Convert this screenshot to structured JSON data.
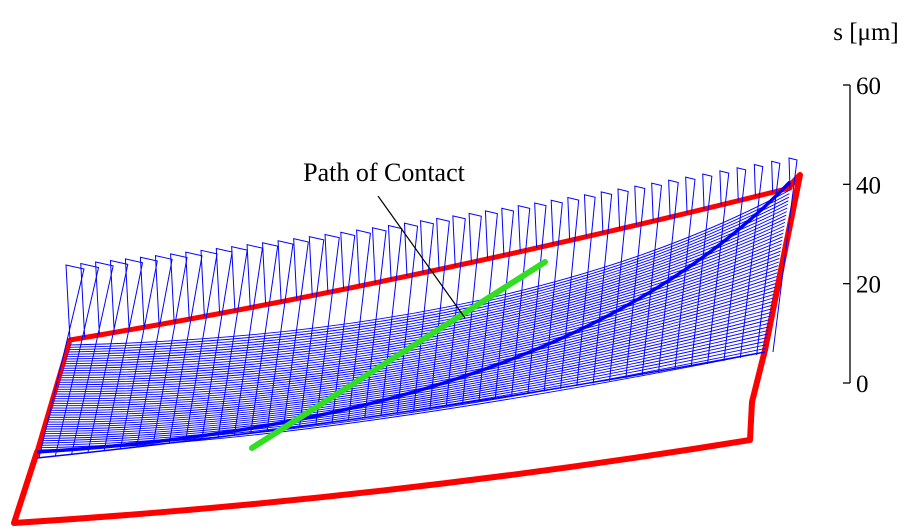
{
  "title": "",
  "annotation": {
    "label": "Path of Contact"
  },
  "scale": {
    "unit_label": "s [μm]",
    "ticks": [
      {
        "label": "60",
        "value": 60
      },
      {
        "label": "40",
        "value": 40
      },
      {
        "label": "20",
        "value": 20
      },
      {
        "label": "0",
        "value": 0
      }
    ]
  },
  "colors": {
    "outline": "#ff0000",
    "mesh": "#0000ff",
    "path_of_contact": "#33dd22",
    "leader": "#000000",
    "background": "#ffffff"
  },
  "mesh": {
    "line_count": 46
  }
}
